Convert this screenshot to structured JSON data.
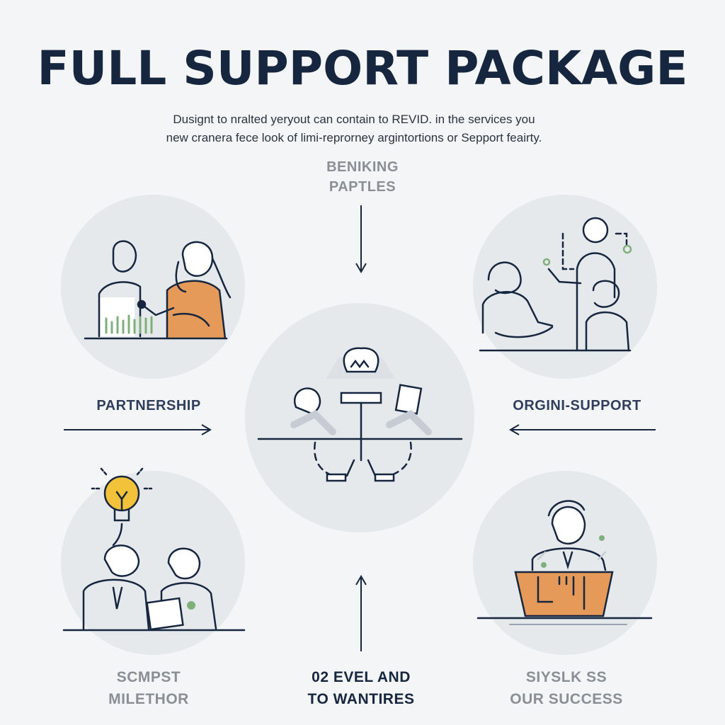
{
  "header": {
    "title": "FULL SUPPORT PACKAGE",
    "subtitle_line1": "Dusignt to nralted yeryout can contain to REVID. in the services you",
    "subtitle_line2": "new cranera fece look of limi-reprorney argintortions or Sepport feairty."
  },
  "nodes": {
    "top": {
      "line1": "BENIKING",
      "line2": "PAPTLES"
    },
    "left": {
      "label": "PARTNERSHIP"
    },
    "right": {
      "label": "ORGINI-SUPPORT"
    },
    "bottom_left": {
      "line1": "SCMPST",
      "line2": "MILETHOR"
    },
    "bottom_center": {
      "line1": "02 EVEL AND",
      "line2": "TO WANTIRES"
    },
    "bottom_right": {
      "line1": "SIYSLK SS",
      "line2": "OUR SUCCESS"
    }
  },
  "colors": {
    "navy": "#17263f",
    "circle": "#e6e9ec",
    "accent_orange": "#e59a5a",
    "accent_yellow": "#f2c33a",
    "accent_green": "#7fb07a"
  }
}
